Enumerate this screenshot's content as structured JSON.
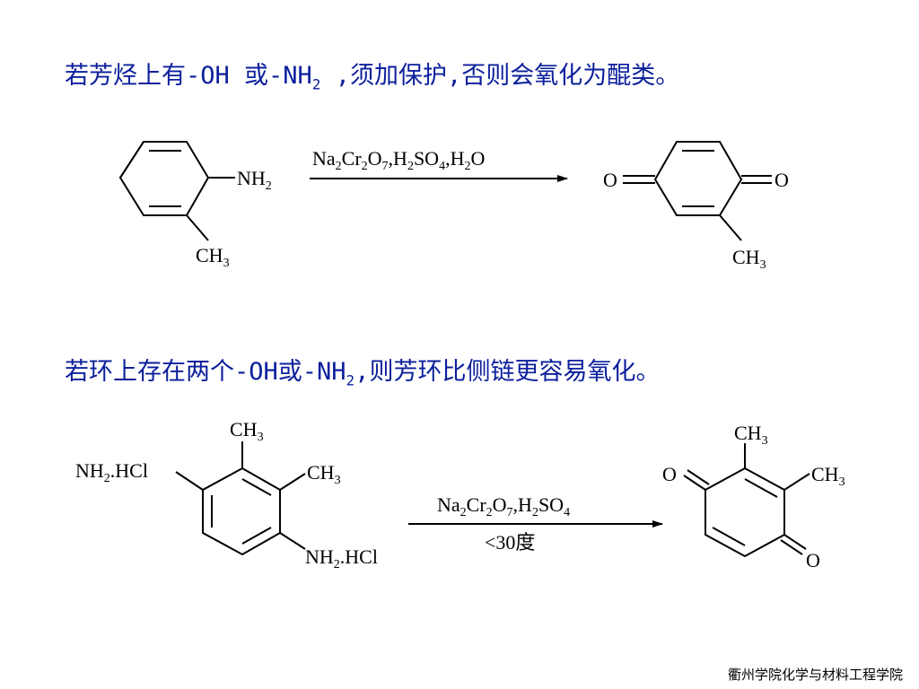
{
  "slide": {
    "line1": {
      "part1": "若芳烃上有-OH 或-NH",
      "sub": "2",
      "part2": " ,须加保护,否则会氧化为醌类。"
    },
    "line2": {
      "part1": "若环上存在两个-OH或-NH",
      "sub": "2",
      "part2": ",则芳环比侧链更容易氧化。"
    },
    "footer": "衢州学院化学与材料工程学院"
  },
  "reaction1": {
    "reactant": {
      "amine": "NH",
      "amine_sub": "2",
      "methyl": "CH",
      "methyl_sub": "3"
    },
    "conditions": {
      "t1": "Na",
      "s1": "2",
      "t2": "Cr",
      "s2": "2",
      "t3": "O",
      "s3": "7",
      "t4": ",H",
      "s4": "2",
      "t5": "SO",
      "s5": "4",
      "t6": ",H",
      "s6": "2",
      "t7": "O"
    },
    "product": {
      "oxo_left": "O",
      "oxo_right": "O",
      "methyl": "CH",
      "methyl_sub": "3"
    }
  },
  "reaction2": {
    "reactant": {
      "left_group": "NH",
      "left_sub": "2",
      "left_suffix": ".HCl",
      "bottom_group": "NH",
      "bottom_sub": "2",
      "bottom_suffix": ".HCl",
      "methyl": "CH",
      "methyl_sub": "3"
    },
    "conditions": {
      "t1": "Na",
      "s1": "2",
      "t2": "Cr",
      "s2": "2",
      "t3": "O",
      "s3": "7",
      "t4": ",H",
      "s4": "2",
      "t5": "SO",
      "s5": "4",
      "temperature": "<30度"
    },
    "product": {
      "oxo": "O",
      "methyl": "CH",
      "methyl_sub": "3"
    }
  }
}
